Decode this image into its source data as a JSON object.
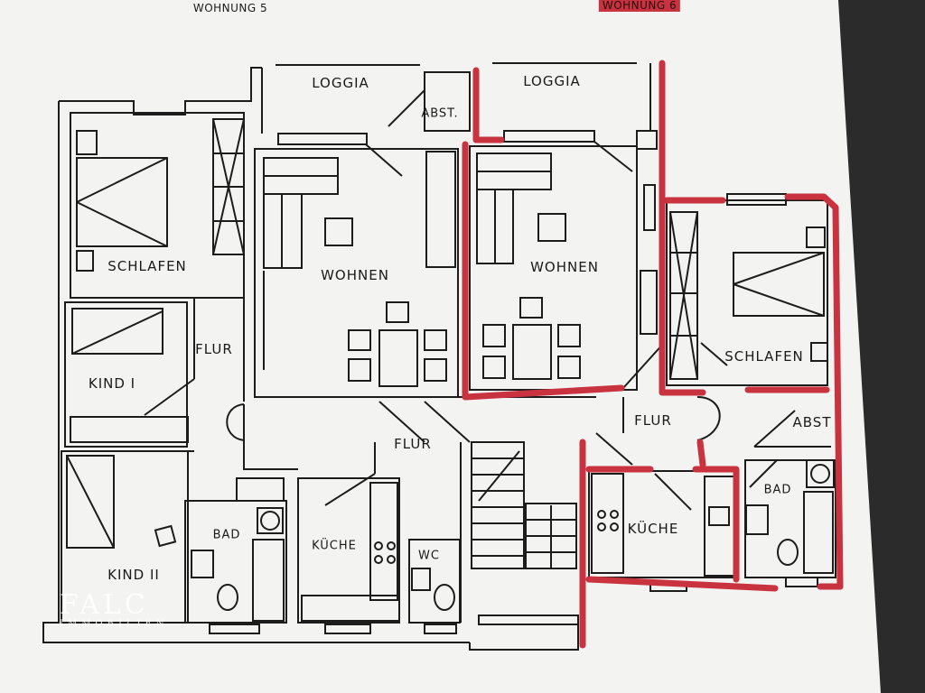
{
  "header": {
    "unit_left": "WOHNUNG 5",
    "unit_right": "WOHNUNG 6"
  },
  "rooms": {
    "loggia_left": "LOGGIA",
    "loggia_right": "LOGGIA",
    "abst_top": "ABST.",
    "schlafen_left": "SCHLAFEN",
    "wohnen_left": "WOHNEN",
    "wohnen_right": "WOHNEN",
    "schlafen_right": "SCHLAFEN",
    "flur_left": "FLUR",
    "kind_1": "KIND I",
    "flur_center": "FLUR",
    "flur_right": "FLUR",
    "abst_right": "ABST",
    "bad_left": "BAD",
    "kueche_left": "KÜCHE",
    "wc": "WC",
    "kueche_right": "KÜCHE",
    "bad_right": "BAD",
    "kind_2": "KIND II"
  },
  "watermark": {
    "brand": "FALC",
    "sub": "IMMOBILIEN"
  },
  "colors": {
    "paper": "#f3f3f1",
    "wall": "#1c1c1c",
    "highlight": "#c8333f",
    "background": "#2b2b2b"
  }
}
